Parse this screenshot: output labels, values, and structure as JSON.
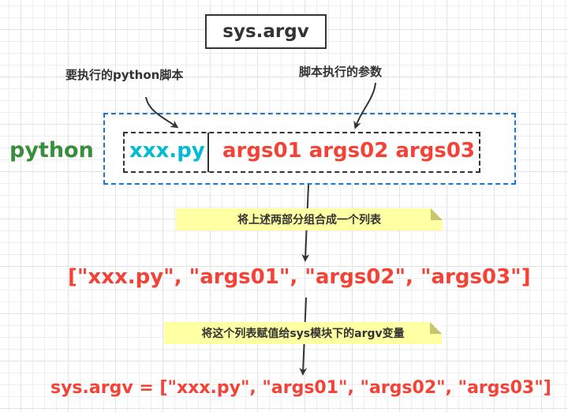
{
  "title": "sys.argv",
  "labels": {
    "script_label": "要执行的python脚本",
    "args_label": "脚本执行的参数"
  },
  "command": {
    "interpreter": "python",
    "script": "xxx.py",
    "args": "args01 args02 args03"
  },
  "steps": {
    "combine_note": "将上述两部分组合成一个列表",
    "list_result": "[\"xxx.py\", \"args01\", \"args02\", \"args03\"]",
    "assign_note": "将这个列表赋值给sys模块下的argv变量",
    "final_result": "sys.argv = [\"xxx.py\", \"args01\", \"args02\", \"args03\"]"
  },
  "colors": {
    "interpreter": "#388e3c",
    "script": "#00bcd4",
    "args": "#f44336",
    "outer_border": "#1976d2",
    "note_bg": "#ffffa3",
    "text_dark": "#333333"
  }
}
